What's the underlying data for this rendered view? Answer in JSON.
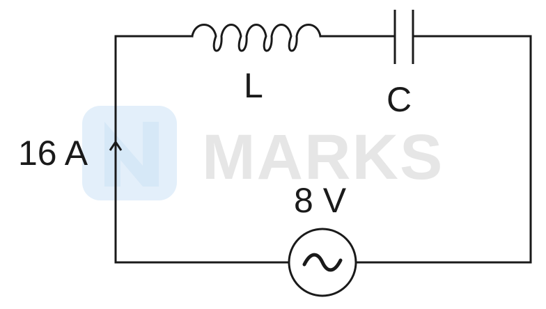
{
  "labels": {
    "inductor": "L",
    "capacitor": "C",
    "current": "16 A",
    "voltage": "8 V"
  },
  "watermark": {
    "text": "MARKS"
  },
  "colors": {
    "wire": "#1a1a1a",
    "watermark_text": "#e6e6e6",
    "watermark_logo": "#e3effa"
  },
  "icons": {
    "ac_source": "sine-wave-icon",
    "current_direction": "arrow-up-icon"
  }
}
